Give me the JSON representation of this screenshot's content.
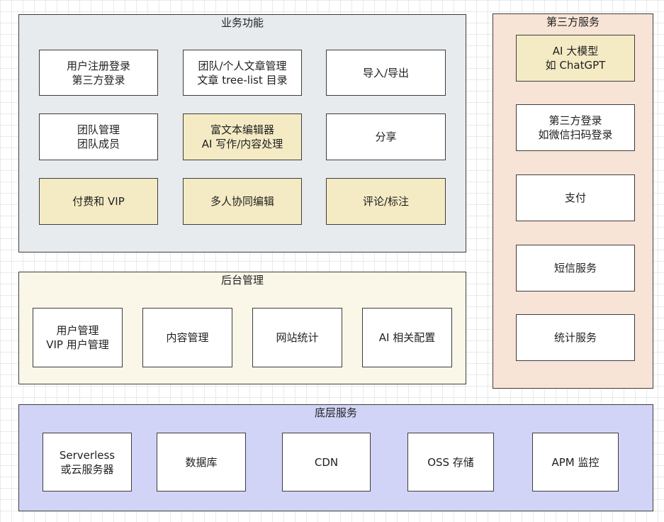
{
  "colors": {
    "business_bg": "#e8ebee",
    "backend_bg": "#fbf7e8",
    "thirdparty_bg": "#f8e4d6",
    "infra_bg": "#d1d4f6",
    "highlight_box": "#f4ebc4",
    "plain_box": "#ffffff",
    "border": "#3d3d3d"
  },
  "business": {
    "title": "业务功能",
    "items": [
      {
        "label": "用户注册登录\n第三方登录",
        "highlight": false
      },
      {
        "label": "团队/个人文章管理\n文章 tree-list 目录",
        "highlight": false
      },
      {
        "label": "导入/导出",
        "highlight": false
      },
      {
        "label": "团队管理\n团队成员",
        "highlight": false
      },
      {
        "label": "富文本编辑器\nAI 写作/内容处理",
        "highlight": true
      },
      {
        "label": "分享",
        "highlight": false
      },
      {
        "label": "付费和 VIP",
        "highlight": true
      },
      {
        "label": "多人协同编辑",
        "highlight": true
      },
      {
        "label": "评论/标注",
        "highlight": true
      }
    ]
  },
  "backend": {
    "title": "后台管理",
    "items": [
      {
        "label": "用户管理\nVIP 用户管理"
      },
      {
        "label": "内容管理"
      },
      {
        "label": "网站统计"
      },
      {
        "label": "AI 相关配置"
      }
    ]
  },
  "thirdparty": {
    "title": "第三方服务",
    "items": [
      {
        "label": "AI 大模型\n如 ChatGPT",
        "highlight": true
      },
      {
        "label": "第三方登录\n如微信扫码登录",
        "highlight": false
      },
      {
        "label": "支付",
        "highlight": false
      },
      {
        "label": "短信服务",
        "highlight": false
      },
      {
        "label": "统计服务",
        "highlight": false
      }
    ]
  },
  "infra": {
    "title": "底层服务",
    "items": [
      {
        "label": "Serverless\n或云服务器"
      },
      {
        "label": "数据库"
      },
      {
        "label": "CDN"
      },
      {
        "label": "OSS 存储"
      },
      {
        "label": "APM 监控"
      }
    ]
  }
}
